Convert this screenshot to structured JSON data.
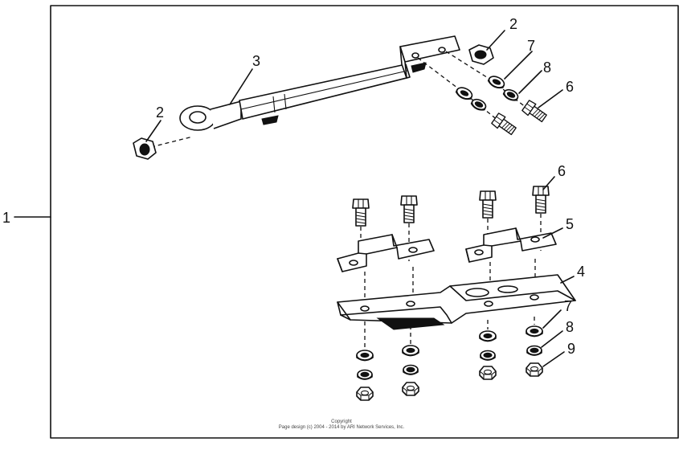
{
  "diagram": {
    "callouts": {
      "assembly": "1",
      "nut_left": "2",
      "nut_right": "2",
      "tie_rod": "3",
      "mount_plate": "4",
      "bracket": "5",
      "bolt_top": "6",
      "bolt_lower": "6",
      "washer_top": "7",
      "washer_lower": "7",
      "lockwasher_top": "8",
      "lockwasher_lower": "8",
      "nut_lower": "9"
    },
    "copyright": {
      "line1": "Copyright",
      "line2": "Page design (c) 2004 - 2014 by ARI Network Services, Inc."
    }
  }
}
